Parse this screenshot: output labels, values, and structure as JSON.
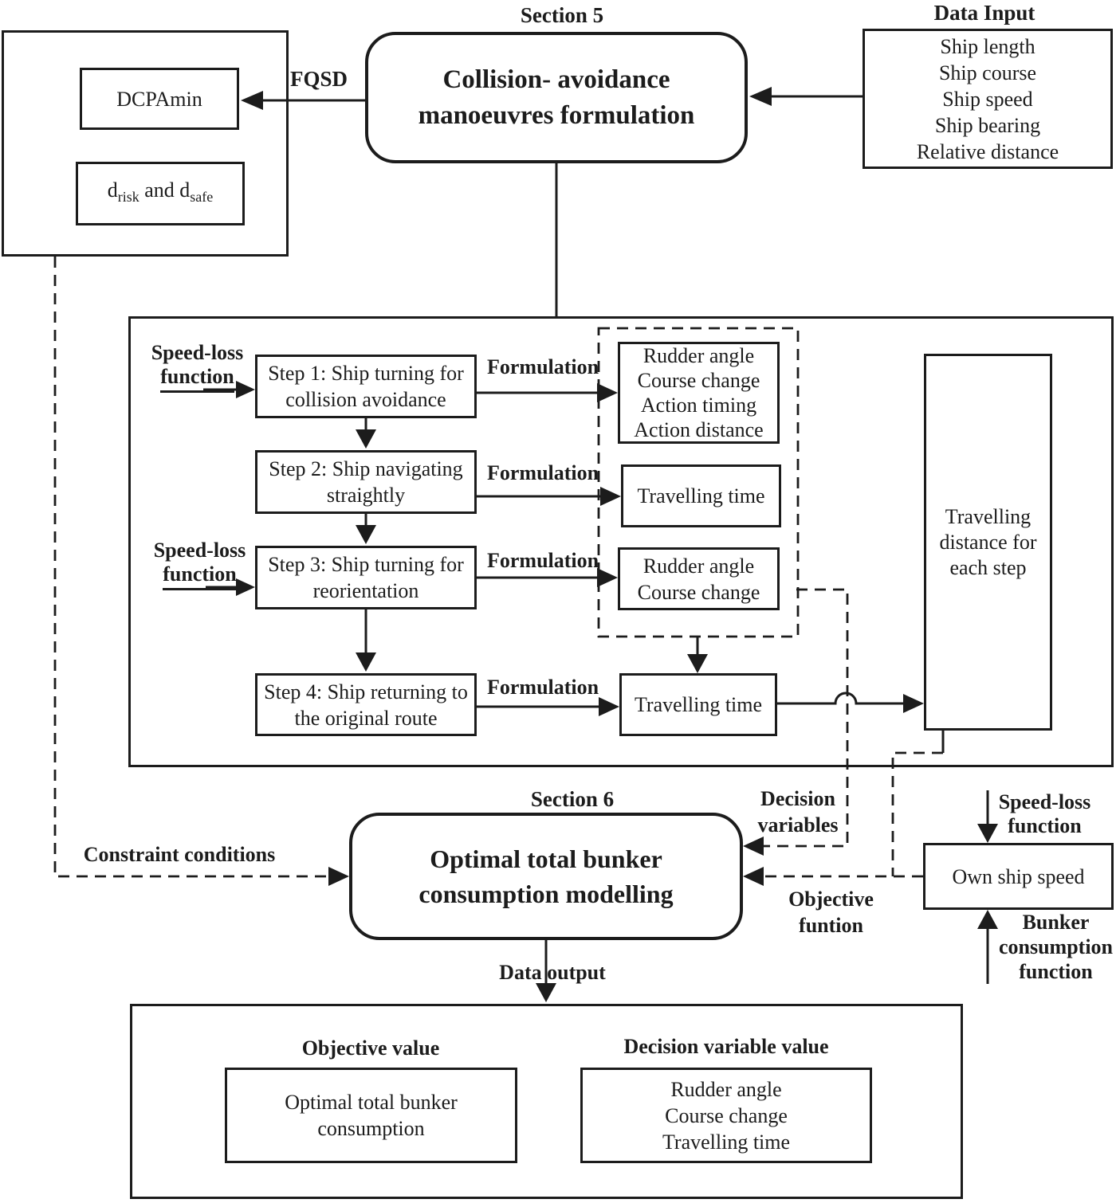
{
  "colors": {
    "ink": "#1c1c1c",
    "paper": "#ffffff"
  },
  "top_left_panel": {
    "dcpamin": "DCPAmin",
    "d_values": {
      "base1": "d",
      "sub1": "risk",
      "base2": " and d",
      "sub2": "safe"
    }
  },
  "fqsd_label": "FQSD",
  "section5": {
    "tag": "Section 5",
    "title_line1": "Collision- avoidance",
    "title_line2": "manoeuvres formulation"
  },
  "data_input": {
    "title": "Data Input",
    "items": [
      "Ship length",
      "Ship course",
      "Ship speed",
      "Ship bearing",
      "Relative distance"
    ]
  },
  "process": {
    "speed_loss_label": {
      "line1": "Speed-loss",
      "line2": "function"
    },
    "formulation": "Formulation",
    "steps": [
      {
        "line1": "Step 1: Ship turning for",
        "line2": "collision avoidance"
      },
      {
        "line1": "Step 2: Ship navigating",
        "line2": "straightly"
      },
      {
        "line1": "Step 3: Ship turning for",
        "line2": "reorientation"
      },
      {
        "line1": "Step 4: Ship returning to",
        "line2": "the original route"
      }
    ],
    "out_box1": {
      "line1": "Rudder angle",
      "line2": "Course change",
      "line3": "Action timing",
      "line4": "Action distance"
    },
    "out_box2": "Travelling time",
    "out_box3": {
      "line1": "Rudder angle",
      "line2": "Course change"
    },
    "out_box4": "Travelling time",
    "travel_distance": {
      "line1": "Travelling",
      "line2": "distance for",
      "line3": "each step"
    }
  },
  "section6": {
    "tag": "Section 6",
    "title_line1": "Optimal total bunker",
    "title_line2": "consumption modelling"
  },
  "labels": {
    "decision_variables": {
      "line1": "Decision",
      "line2": "variables"
    },
    "objective_funtion": {
      "line1": "Objective",
      "line2": "funtion"
    },
    "constraint_conditions": "Constraint conditions",
    "data_output": "Data output"
  },
  "own_ship": {
    "label": "Own ship speed",
    "speed_loss": {
      "line1": "Speed-loss",
      "line2": "function"
    },
    "bunker": {
      "line1": "Bunker",
      "line2": "consumption",
      "line3": "function"
    }
  },
  "results": {
    "objective_title": "Objective value",
    "objective_box": {
      "line1": "Optimal total bunker",
      "line2": "consumption"
    },
    "decision_title": "Decision variable value",
    "decision_box": {
      "line1": "Rudder angle",
      "line2": "Course change",
      "line3": "Travelling time"
    }
  }
}
